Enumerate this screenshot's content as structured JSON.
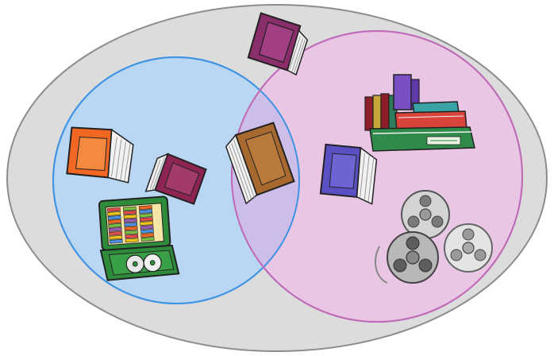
{
  "diagram": {
    "type": "venn",
    "colors": {
      "background": "#ffffff",
      "universe_fill": "#dcdcdc",
      "universe_stroke": "#8c8c8c",
      "left_fill": "#b9d7f3",
      "left_stroke": "#3f93e3",
      "right_fill": "#e9c6e4",
      "right_stroke": "#c06bb7",
      "overlap_fill": "#cdbde9"
    },
    "sets": [
      {
        "id": "left",
        "items": [
          "orange-book-icon",
          "maroon-book-icon",
          "cd-case-icon"
        ]
      },
      {
        "id": "right",
        "items": [
          "blue-book-icon",
          "book-stack-icon",
          "film-reels-icon"
        ]
      }
    ],
    "intersection": {
      "items": [
        "brown-book-icon"
      ]
    },
    "outside": {
      "items": [
        "purple-book-icon"
      ]
    }
  }
}
